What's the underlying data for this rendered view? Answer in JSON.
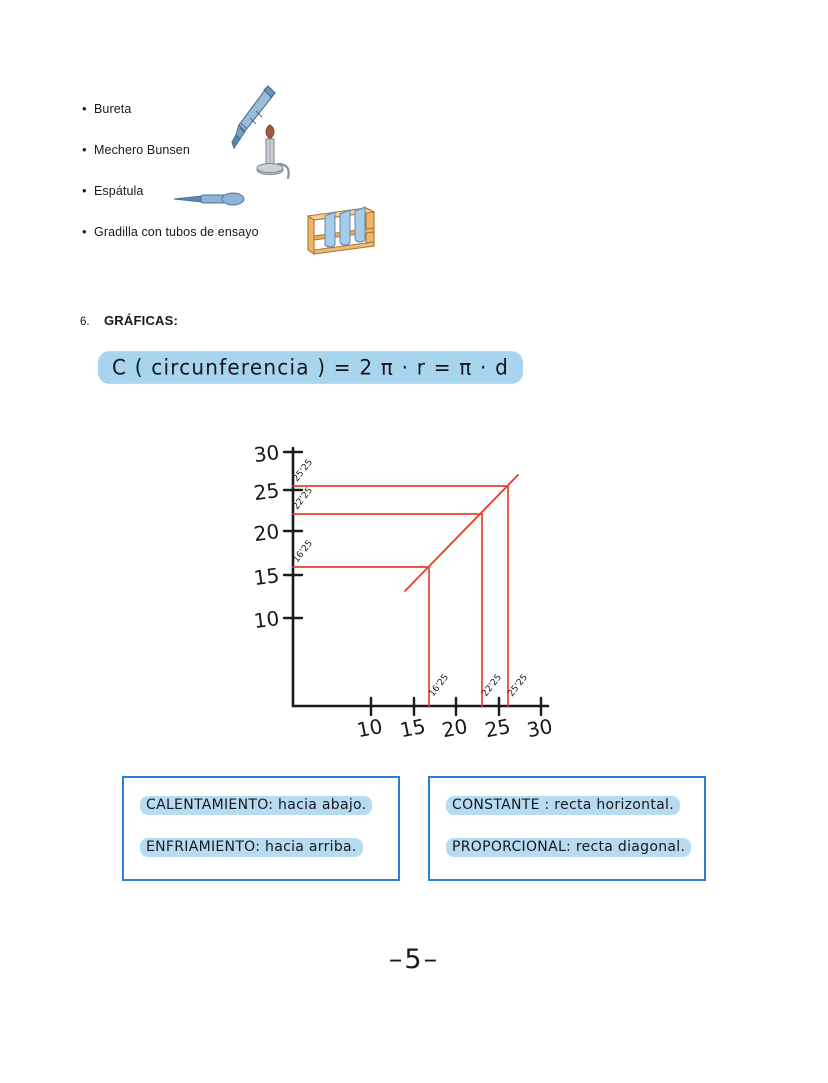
{
  "materials": {
    "items": [
      {
        "label": "Bureta",
        "icon": "burette-icon"
      },
      {
        "label": "Mechero Bunsen",
        "icon": "bunsen-burner-icon"
      },
      {
        "label": "Espátula",
        "icon": "spatula-icon"
      },
      {
        "label": "Gradilla con tubos de ensayo",
        "icon": "test-tube-rack-icon"
      }
    ],
    "bullet": "•"
  },
  "section": {
    "number": "6.",
    "title": "GRÁFICAS:"
  },
  "formula": {
    "text": "C ( circunferencia ) = 2 π · r = π · d",
    "highlight_color": "#a8d4ee"
  },
  "notes": {
    "left": {
      "line1": "CALENTAMIENTO: hacia abajo.",
      "line2": "ENFRIAMIENTO: hacia arriba."
    },
    "right": {
      "line1": "CONSTANTE : recta horizontal.",
      "line2": "PROPORCIONAL: recta diagonal."
    },
    "border_color": "#2b7fd4",
    "highlight_color": "#b7dcf2"
  },
  "page_number": "–5–",
  "chart_data": {
    "type": "line",
    "title": "",
    "xlabel": "",
    "ylabel": "",
    "xlim": [
      0,
      33
    ],
    "ylim": [
      0,
      32
    ],
    "grid": false,
    "legend": null,
    "axis_color": "#1a1a1a",
    "series_color": "#e8412e",
    "x_ticks": [
      10,
      15,
      20,
      25,
      30
    ],
    "x_tick_labels": [
      "10",
      "15",
      "20",
      "25",
      "30"
    ],
    "y_ticks": [
      10,
      15,
      20,
      25,
      30
    ],
    "y_tick_labels": [
      "10",
      "15",
      "20",
      "25",
      "30"
    ],
    "points": [
      {
        "x": 16.25,
        "y": 16.25,
        "x_label": "16'25",
        "y_label": "16'25"
      },
      {
        "x": 22.25,
        "y": 22.25,
        "x_label": "22'25",
        "y_label": "22'25"
      },
      {
        "x": 25.25,
        "y": 25.25,
        "x_label": "25'25",
        "y_label": "25'25"
      }
    ],
    "series": [
      {
        "name": "diagonal",
        "x": [
          14.2,
          27.0
        ],
        "y": [
          14.2,
          27.0
        ],
        "style": "diagonal-line"
      }
    ],
    "annotation": "Cada punto tiene una línea de proyección horizontal al eje Y y vertical al eje X"
  }
}
